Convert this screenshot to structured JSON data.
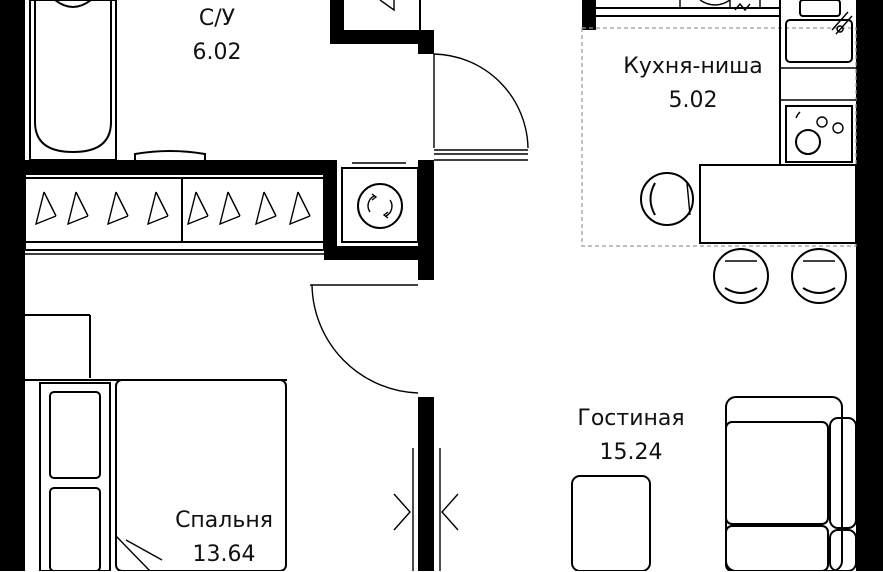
{
  "plan": {
    "rooms": [
      {
        "id": "bathroom",
        "name": "С/У",
        "area": "6.02"
      },
      {
        "id": "kitchen",
        "name": "Кухня-ниша",
        "area": "5.02"
      },
      {
        "id": "living",
        "name": "Гостиная",
        "area": "15.24"
      },
      {
        "id": "bedroom",
        "name": "Спальня",
        "area": "13.64"
      }
    ],
    "colors": {
      "walls": "#000000",
      "lines": "#000000",
      "zone_dash": "#9a9a9a",
      "background": "#ffffff"
    },
    "icons": [
      "bathtub-icon",
      "washing-machine-icon",
      "sink-icon",
      "stove-icon",
      "wardrobe-hanger-icon",
      "chair-icon",
      "sofa-icon",
      "bed-icon",
      "door-swing-icon"
    ]
  }
}
